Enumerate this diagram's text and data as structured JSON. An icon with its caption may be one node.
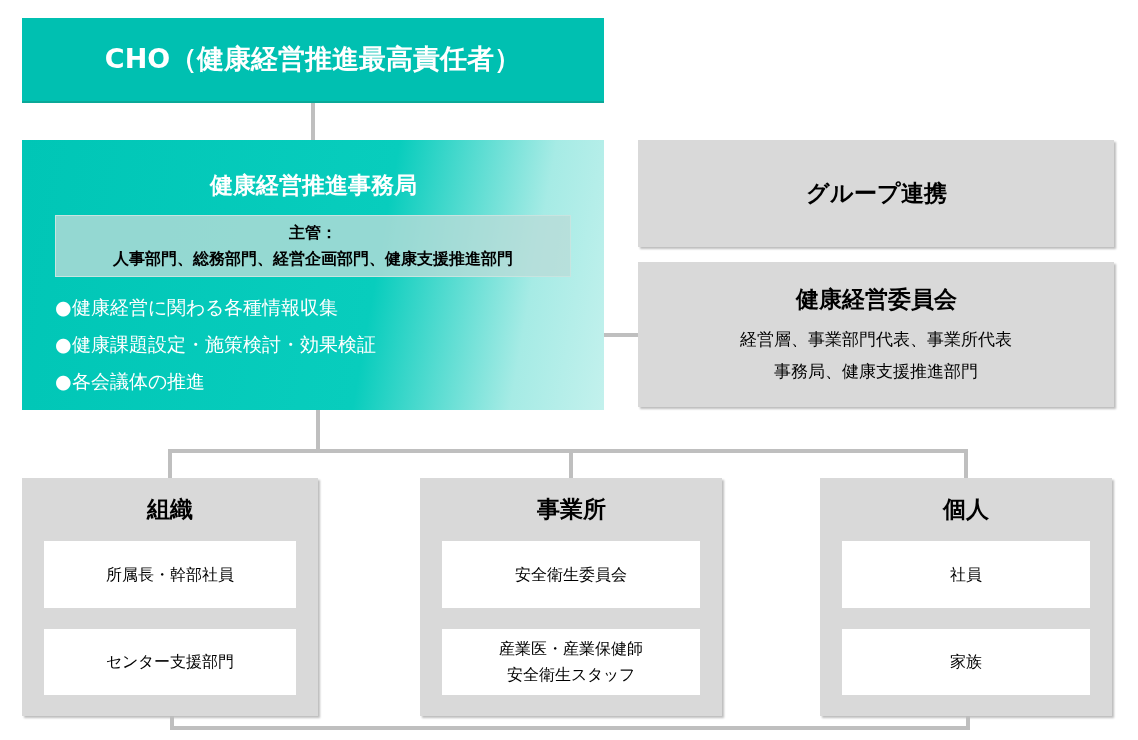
{
  "diagram": {
    "nodes": [
      {
        "text": [
          "CHO（健康経営推進最高責任者）"
        ]
      },
      {
        "text": [
          "健康経営推進事務局",
          "●健康経営に関わる各種情報収集",
          "●健康課題設定・施策検討・効果検証",
          "●各会議体の推進"
        ]
      },
      {
        "text": [
          "主管：",
          "人事部門、総務部門、経営企画部門、健康支援推進部門"
        ],
        "in": 1
      },
      {
        "text": [
          "グループ連携"
        ]
      },
      {
        "text": [
          "健康経営委員会",
          "経営層、事業部門代表、事業所代表",
          "事務局、健康支援推進部門"
        ]
      },
      {
        "text": [
          "組織"
        ]
      },
      {
        "text": [
          "所属長・幹部社員"
        ],
        "in": 5
      },
      {
        "text": [
          "センター支援部門"
        ],
        "in": 5
      },
      {
        "text": [
          "事業所"
        ]
      },
      {
        "text": [
          "安全衛生委員会"
        ],
        "in": 8
      },
      {
        "text": [
          "産業医・産業保健師",
          "安全衛生スタッフ"
        ],
        "in": 8
      },
      {
        "text": [
          "個人"
        ]
      },
      {
        "text": [
          "社員"
        ],
        "in": 11
      },
      {
        "text": [
          "家族"
        ],
        "in": 11
      }
    ],
    "edges": [
      {
        "from": 0,
        "to": 1,
        "arrow": "none"
      },
      {
        "from": 1,
        "to": 4,
        "arrow": "none"
      },
      {
        "from": 1,
        "to": 5,
        "arrow": "none"
      },
      {
        "from": 1,
        "to": 8,
        "arrow": "none"
      },
      {
        "from": 1,
        "to": 11,
        "arrow": "none"
      },
      {
        "from": 5,
        "to": 11,
        "arrow": "none"
      }
    ]
  }
}
